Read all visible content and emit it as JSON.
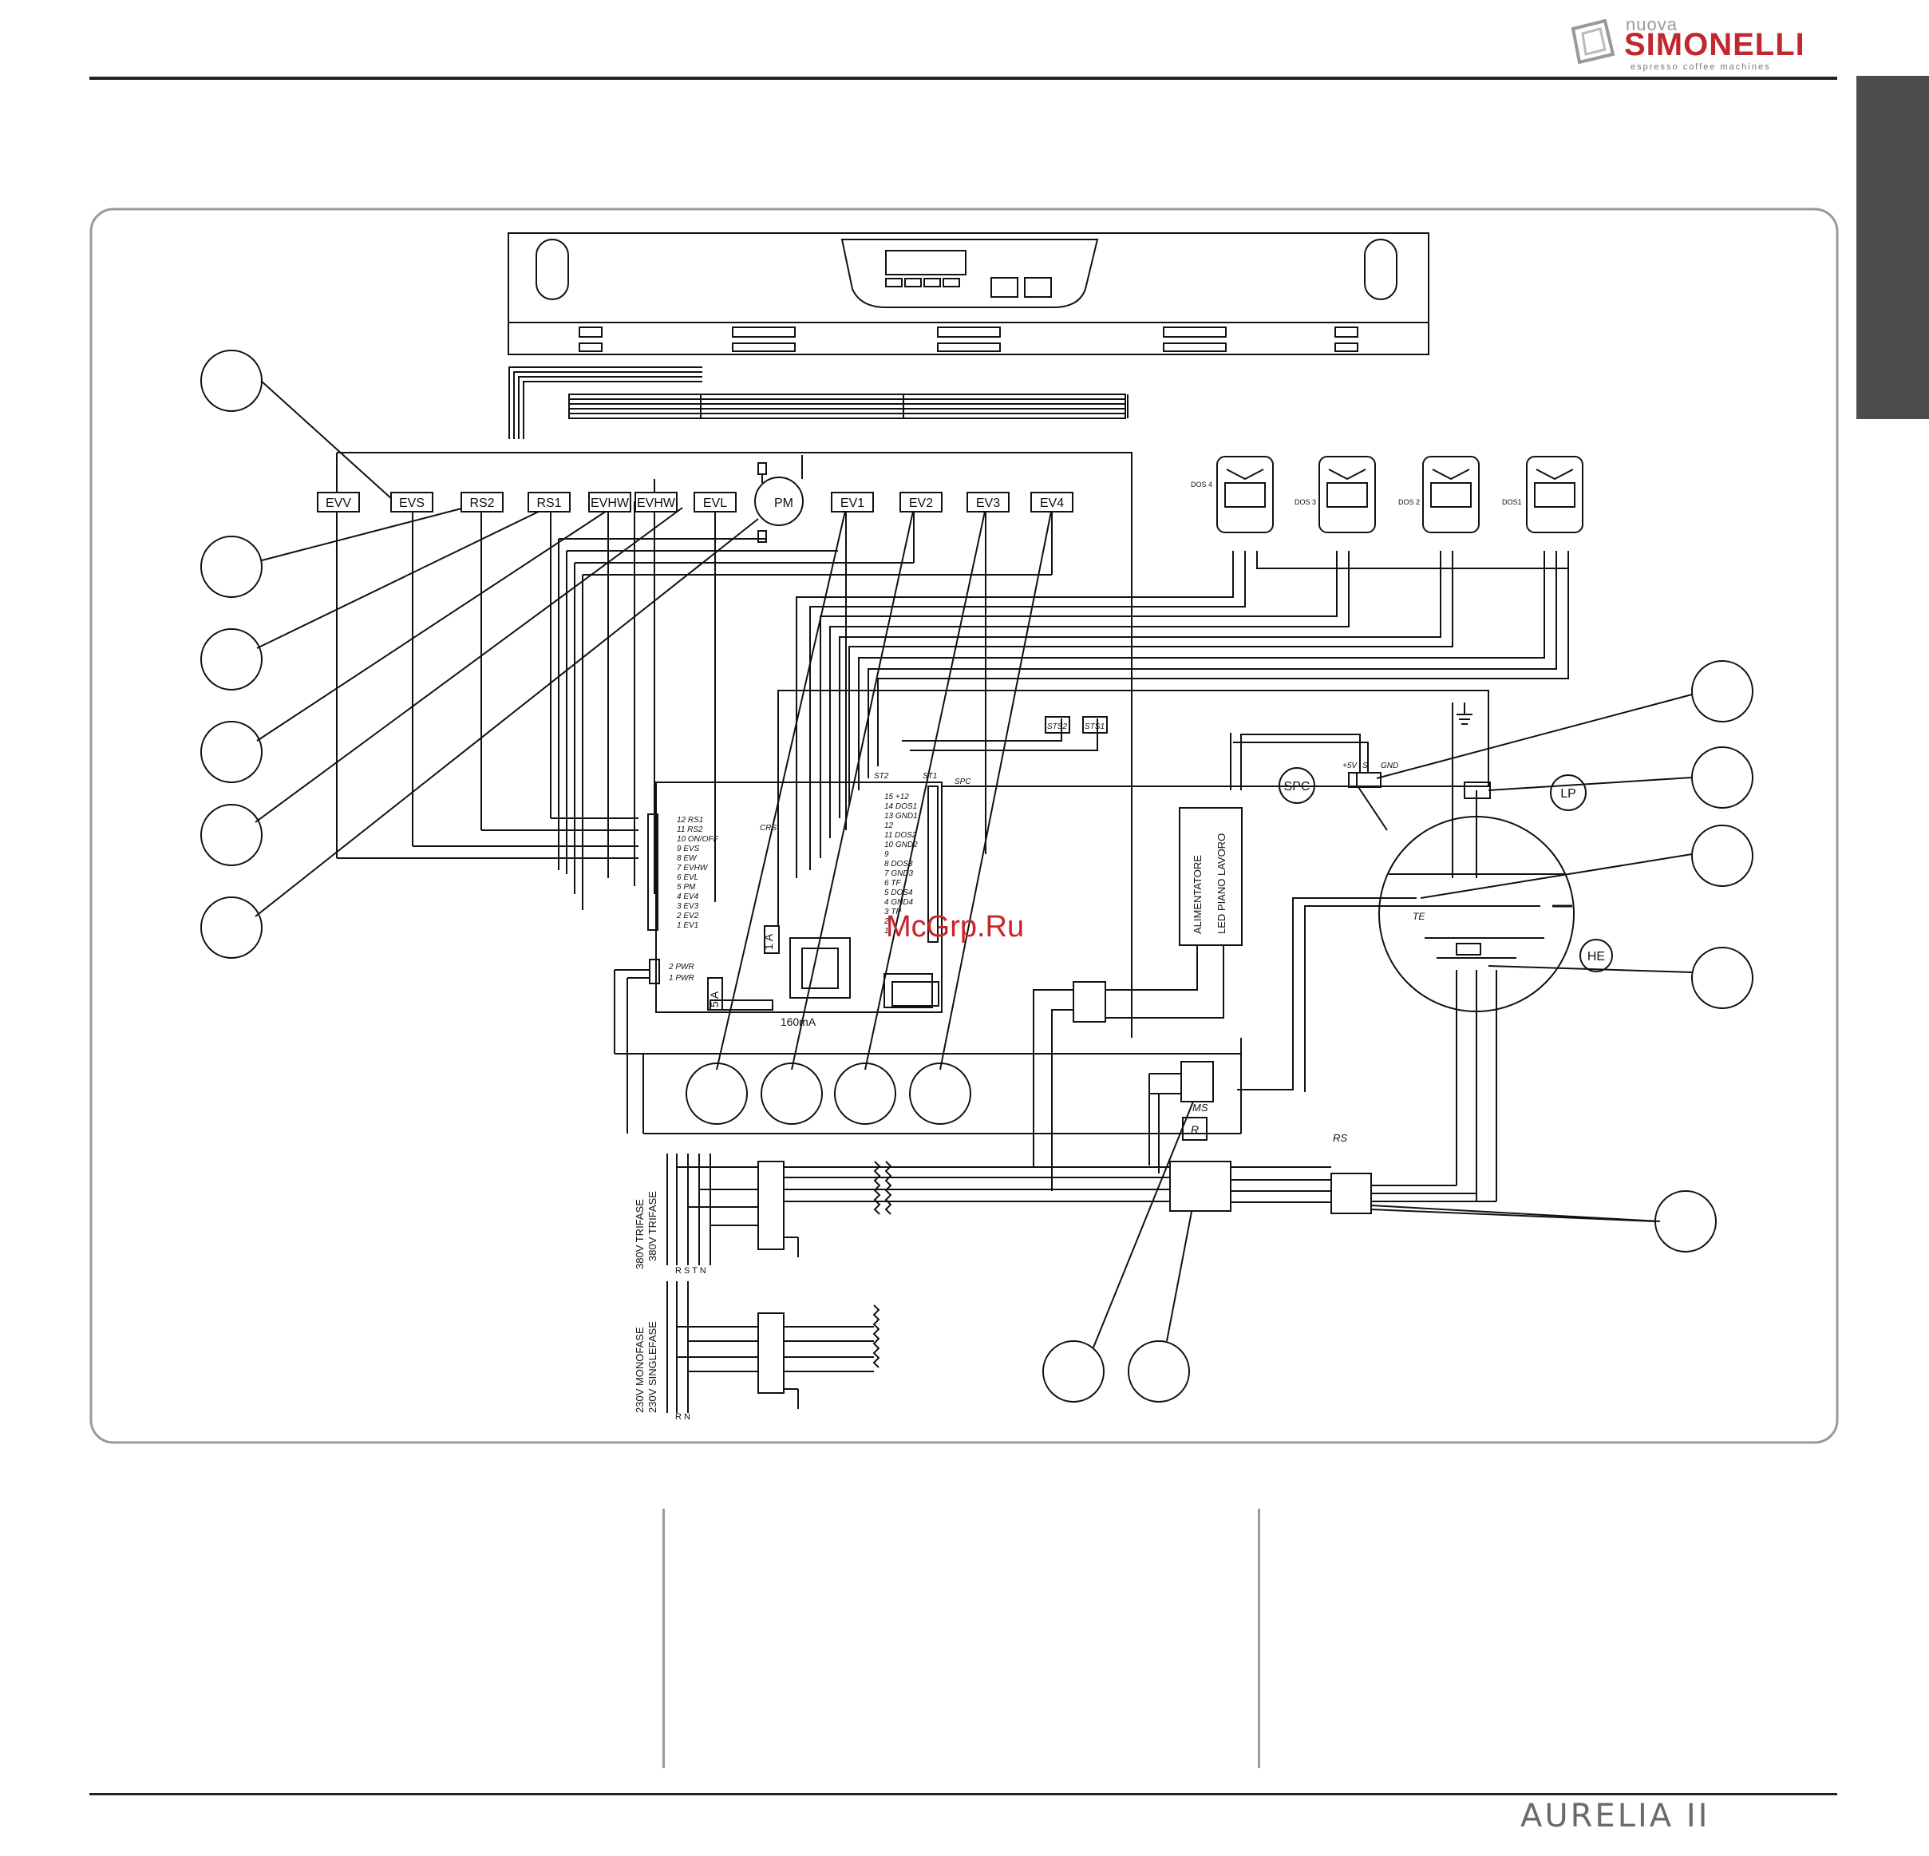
{
  "brand": {
    "prefix": "nuova",
    "name": "SIMONELLI",
    "tagline": "espresso coffee machines"
  },
  "footer_model": "AURELIA II",
  "watermark": "McGrp.Ru",
  "components_row": [
    "EVV",
    "EVS",
    "RS2",
    "RS1",
    "EVHW",
    "EVHW",
    "EVL",
    "PM",
    "EV1",
    "EV2",
    "EV3",
    "EV4"
  ],
  "flowmeters": [
    "DOS 4",
    "DOS 3",
    "DOS 2",
    "DOS1"
  ],
  "board_left_pins": [
    "12 RS1",
    "11 RS2",
    "10 ON/OFF",
    "9 EVS",
    "8 EW",
    "7 EVHW",
    "6 EVL",
    "5 PM",
    "4 EV4",
    "3 EV3",
    "2 EV2",
    "1 EV1"
  ],
  "board_power_pins": [
    "2 PWR",
    "1 PWR"
  ],
  "board_right_pins": [
    "15 +12",
    "14 DOS1",
    "13 GND1",
    "12",
    "11 DOS2",
    "10 GND2",
    "9",
    "8 DOS3",
    "7 GND3",
    "6 TF",
    "5 DOS4",
    "4 GND4",
    "3 TP",
    "2",
    "1"
  ],
  "board_labels": {
    "crs": "CRS",
    "st2": "ST2",
    "st1": "ST1",
    "spc": "SPC",
    "fuse1": "1 A",
    "fuse2": "5 A",
    "fuse3": "160mA"
  },
  "sensors": {
    "sts2": "STS2",
    "sts1": "STS1",
    "spc": "SPC",
    "spc_pins": [
      "+5V",
      "S",
      "GND"
    ],
    "lp": "LP",
    "te": "TE",
    "he": "HE",
    "ms": "MS",
    "r": "R",
    "rs": "RS"
  },
  "power_supply": [
    "ALIMENTATORE",
    "LED PIANO LAVORO"
  ],
  "supply_3ph": {
    "label1": "380V TRIFASE",
    "label2": "380V TRIFASE",
    "terminals": "R S T N"
  },
  "supply_1ph": {
    "label1": "230V MONOFASE",
    "label2": "230V SINGLEFASE",
    "terminals": "R  N"
  }
}
